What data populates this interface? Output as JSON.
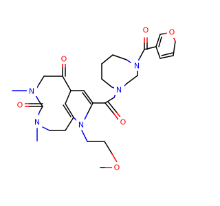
{
  "diagram": {
    "colors": {
      "carbon_bond": "#000000",
      "oxygen": "#ff0000",
      "nitrogen": "#0000ff",
      "background": "#ffffff"
    },
    "atoms": {
      "o_furan": "O",
      "o_furoyl": "O",
      "n_pip_top": "N",
      "n_pip_bottom": "N",
      "o_amide": "O",
      "o_c4": "O",
      "n3": "N",
      "o_c2": "O",
      "n1": "N",
      "n7": "N",
      "o_ether": "O"
    }
  }
}
